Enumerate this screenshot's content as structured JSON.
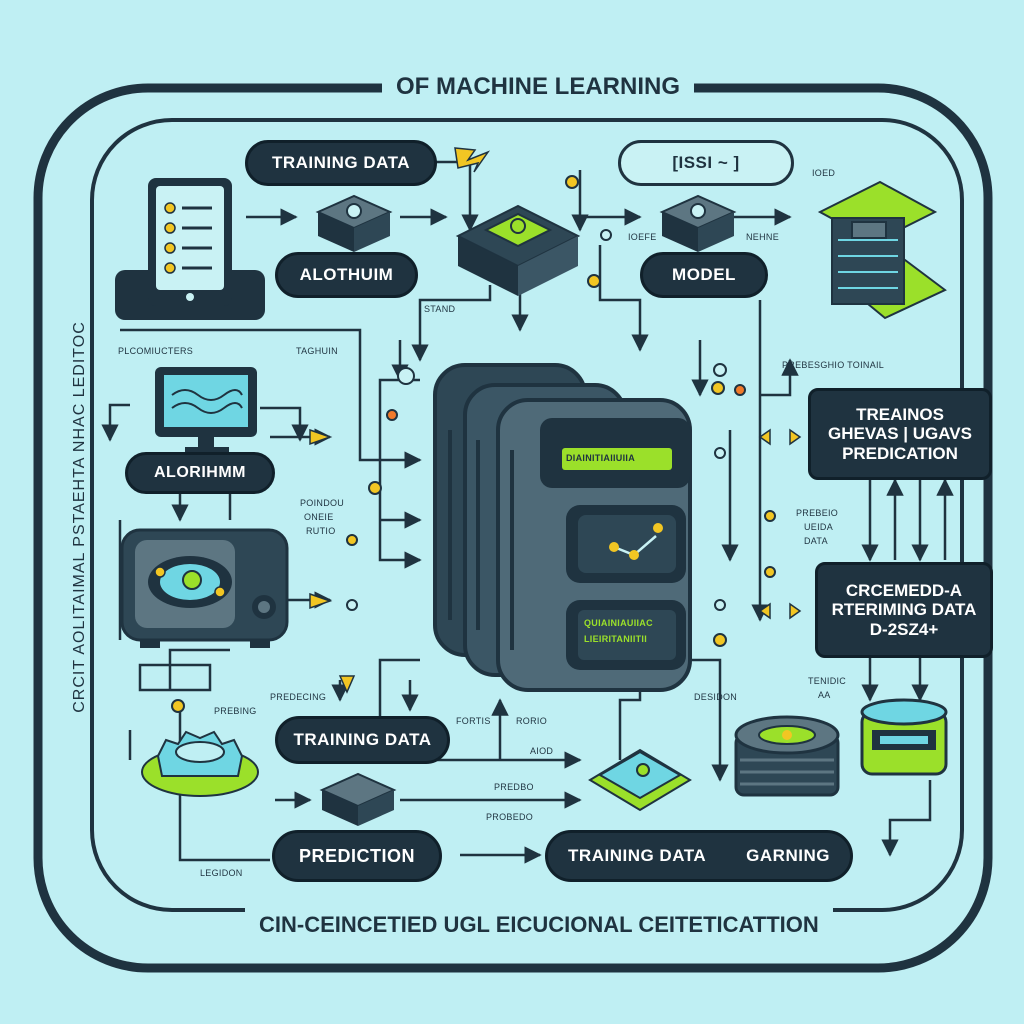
{
  "title": "OF MACHINE LEARNING",
  "footer": "CIN-CEINCETIED  UGL EICUCIONAL  CEITETICATTION",
  "side_label": "CRCIT AOLITAIMAL PSTAEHTA NHAC LEDITOC",
  "nodes": {
    "training_data_top": "TRAINING DATA",
    "code_box": "[ISSI ~ ]",
    "alothuim": "ALOTHUIM",
    "model": "MODEL",
    "alorihmm": "ALORIHMM",
    "treainos_1": "TREAINOS",
    "treainos_2": "GHEVAS | UGAVS",
    "treainos_3": "PREDICATION",
    "retraining_1": "CRCEMEDD-A",
    "retraining_2": "RTERIMING DATA",
    "retraining_3": "D-2SZ4+",
    "training_data_mid": "TRAINING DATA",
    "prediction": "PREDICTION",
    "training_garning_1": "TRAINING DATA",
    "training_garning_2": "GARNING"
  },
  "small_labels": {
    "ioed": "IOED",
    "ioefe": "IOEFE",
    "nehne": "NEHNE",
    "stand": "STAND",
    "plc": "PLCOMIUCTERS",
    "taghuin": "TAGHUIN",
    "prebesd": "PREBESGHIO TOINAIL",
    "poindu": "POINDOU",
    "oneie": "ONEIE",
    "rutio": "RUTIO",
    "prebeio": "PREBEIO",
    "ueida": "UEIDA",
    "data": "DATA",
    "predecing": "PREDECING",
    "prebing": "PREBING",
    "fortis": "FORTIS",
    "rorio": "RORIO",
    "aiod": "AIOD",
    "predbo": "PREDBO",
    "probedo": "PROBEDO",
    "desidon": "DESIDON",
    "tenidic": "TENIDIC",
    "aa": "AA",
    "legidon": "LEGIDON",
    "chip_top": "DIAINITIAIIUIIA",
    "chip_bot1": "QUIAINIAUIIAC",
    "chip_bot2": "LIEIRITANIITII"
  },
  "colors": {
    "background": "#bfeff3",
    "dark": "#1f3340",
    "accent": "#9be02a",
    "yellow": "#f2c623",
    "screen": "#6fd6e3",
    "orange": "#f07a2a"
  }
}
